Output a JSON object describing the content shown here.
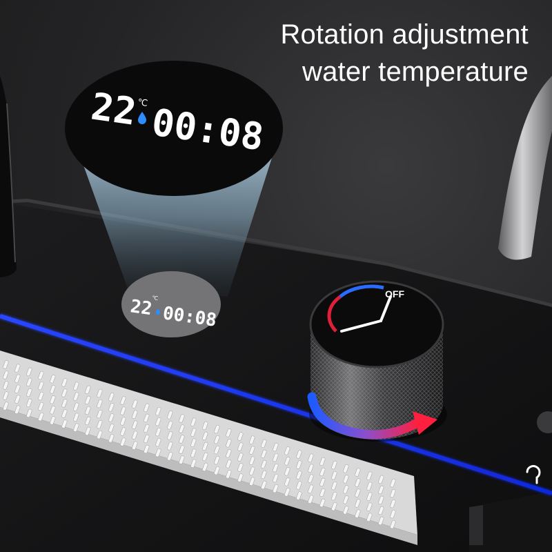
{
  "headline": {
    "line1": "Rotation adjustment",
    "line2": "water temperature"
  },
  "display": {
    "temperature": "22",
    "temperature_unit": "℃",
    "time": "00:08"
  },
  "knob": {
    "off_label": "OFF"
  },
  "icons": {
    "water_drop": "water-drop-icon",
    "rotation_arrow": "rotation-arrow-icon",
    "hook": "hook-icon"
  },
  "colors": {
    "background": "#242426",
    "accent_blue_line": "#1a3cff",
    "cold_blue": "#2a6cff",
    "hot_red": "#e0203a",
    "display_white": "#ffffff"
  }
}
